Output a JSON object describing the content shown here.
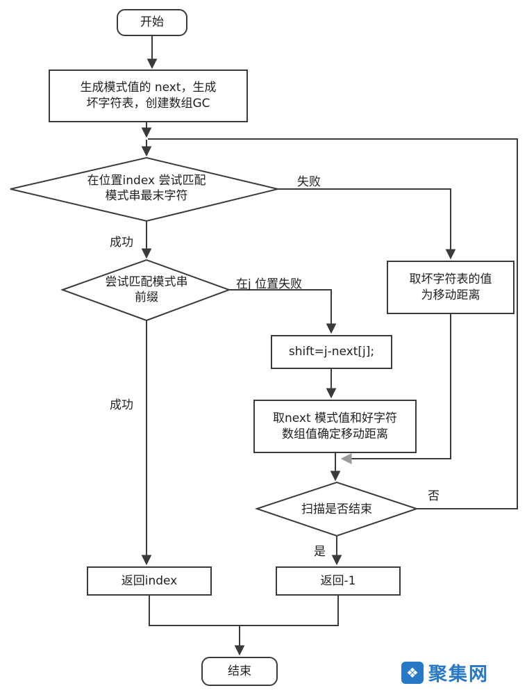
{
  "nodes": {
    "start": {
      "label": "开始"
    },
    "init": {
      "line1": "生成模式值的 next，生成",
      "line2": "坏字符表，创建数组GC"
    },
    "match_last": {
      "line1": "在位置index 尝试匹配",
      "line2": "模式串最末字符"
    },
    "bad_char": {
      "line1": "取坏字符表的值",
      "line2": "为移动距离"
    },
    "match_prefix": {
      "line1": "尝试匹配模式串",
      "line2": "前缀"
    },
    "shift": {
      "label": "shift=j-next[j];"
    },
    "good_suffix": {
      "line1": "取next 模式值和好字符",
      "line2": "数组值确定移动距离"
    },
    "scan_end": {
      "label": "扫描是否结束"
    },
    "return_index": {
      "label": "返回index"
    },
    "return_neg1": {
      "label": "返回-1"
    },
    "end": {
      "label": "结束"
    }
  },
  "edge_labels": {
    "fail": "失败",
    "success_top": "成功",
    "fail_at_j": "在j 位置失败",
    "success_long": "成功",
    "no": "否",
    "yes": "是"
  },
  "watermark": {
    "text": "聚集网",
    "icon_glyph": "❖",
    "color": "#2878c8"
  },
  "colors": {
    "line": "#3a3a3a",
    "junction_arrow": "#9a9a9a",
    "watermark_blue": "#2878c8"
  }
}
